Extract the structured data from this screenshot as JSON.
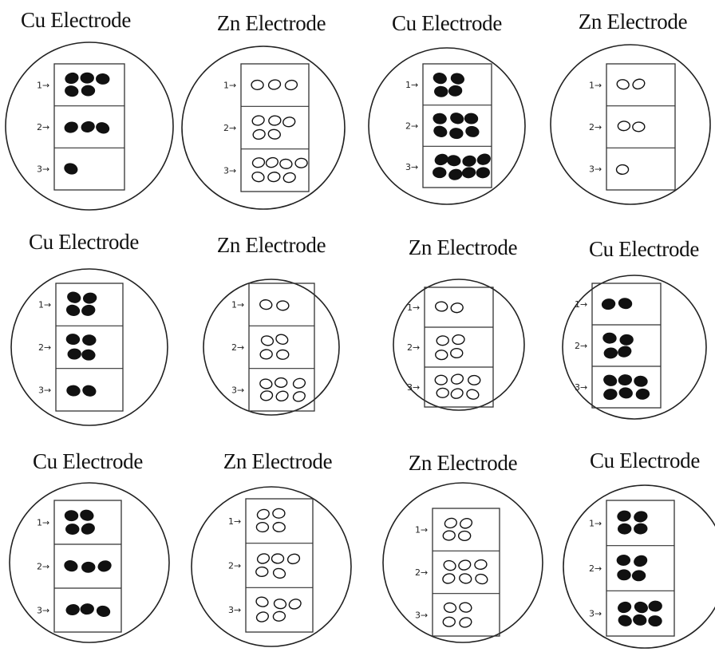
{
  "figure": {
    "panels": [
      {
        "title": "Cu Electrode",
        "electrode": "Cu",
        "rows": [
          {
            "label": "1→",
            "count": 5
          },
          {
            "label": "2→",
            "count": 3
          },
          {
            "label": "3→",
            "count": 1
          }
        ]
      },
      {
        "title": "Zn Electrode",
        "electrode": "Zn",
        "rows": [
          {
            "label": "1→",
            "count": 3
          },
          {
            "label": "2→",
            "count": 5
          },
          {
            "label": "3→",
            "count": 7
          }
        ]
      },
      {
        "title": "Cu Electrode",
        "electrode": "Cu",
        "rows": [
          {
            "label": "1→",
            "count": 4
          },
          {
            "label": "2→",
            "count": 6
          },
          {
            "label": "3→",
            "count": 8
          }
        ]
      },
      {
        "title": "Zn Electrode",
        "electrode": "Zn",
        "rows": [
          {
            "label": "1→",
            "count": 2
          },
          {
            "label": "2→",
            "count": 2
          },
          {
            "label": "3→",
            "count": 1
          }
        ]
      },
      {
        "title": "Cu Electrode",
        "electrode": "Cu",
        "rows": [
          {
            "label": "1→",
            "count": 4
          },
          {
            "label": "2→",
            "count": 4
          },
          {
            "label": "3→",
            "count": 2
          }
        ]
      },
      {
        "title": "Zn Electrode",
        "electrode": "Zn",
        "rows": [
          {
            "label": "1→",
            "count": 2
          },
          {
            "label": "2→",
            "count": 4
          },
          {
            "label": "3→",
            "count": 6
          }
        ]
      },
      {
        "title": "Zn Electrode",
        "electrode": "Zn",
        "rows": [
          {
            "label": "1→",
            "count": 2
          },
          {
            "label": "2→",
            "count": 4
          },
          {
            "label": "3→",
            "count": 6
          }
        ]
      },
      {
        "title": "Cu Electrode",
        "electrode": "Cu",
        "rows": [
          {
            "label": "1→",
            "count": 2
          },
          {
            "label": "2→",
            "count": 4
          },
          {
            "label": "3→",
            "count": 6
          }
        ]
      },
      {
        "title": "Cu Electrode",
        "electrode": "Cu",
        "rows": [
          {
            "label": "1→",
            "count": 4
          },
          {
            "label": "2→",
            "count": 3
          },
          {
            "label": "3→",
            "count": 3
          }
        ]
      },
      {
        "title": "Zn Electrode",
        "electrode": "Zn",
        "rows": [
          {
            "label": "1→",
            "count": 4
          },
          {
            "label": "2→",
            "count": 5
          },
          {
            "label": "3→",
            "count": 5
          }
        ]
      },
      {
        "title": "Zn Electrode",
        "electrode": "Zn",
        "rows": [
          {
            "label": "1→",
            "count": 4
          },
          {
            "label": "2→",
            "count": 6
          },
          {
            "label": "3→",
            "count": 4
          }
        ]
      },
      {
        "title": "Cu Electrode",
        "electrode": "Cu",
        "rows": [
          {
            "label": "1→",
            "count": 4
          },
          {
            "label": "2→",
            "count": 4
          },
          {
            "label": "3→",
            "count": 6
          }
        ]
      }
    ]
  }
}
